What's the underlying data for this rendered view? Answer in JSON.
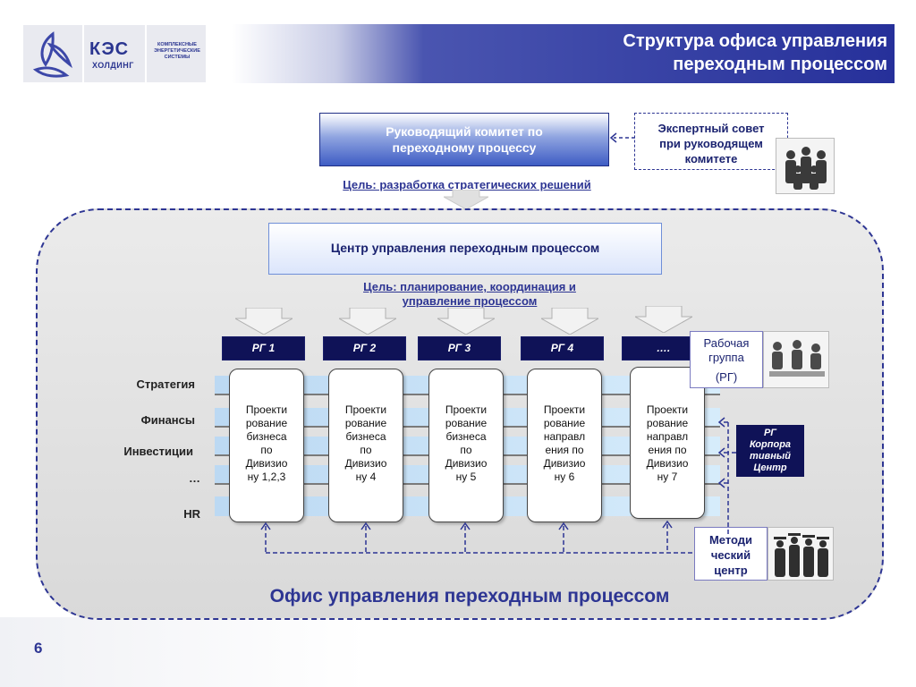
{
  "header": {
    "logo_text": "КЭС",
    "logo_sub": "ХОЛДИНГ",
    "logo_desc": "КОМПЛЕКСНЫЕ ЭНЕРГЕТИЧЕСКИЕ СИСТЕМЫ",
    "title_line1": "Структура офиса управления",
    "title_line2": "переходным процессом"
  },
  "steering": {
    "line1": "Руководящий комитет по",
    "line2": "переходному процессу",
    "goal": "Цель: разработка стратегических решений"
  },
  "expert": {
    "line1": "Экспертный совет",
    "line2": "при руководящем",
    "line3": "комитете"
  },
  "center": {
    "title": "Центр управления переходным процессом",
    "goal_line1": "Цель: планирование, координация и",
    "goal_line2": "управление процессом"
  },
  "rg_labels": [
    "РГ 1",
    "РГ 2",
    "РГ 3",
    "РГ 4",
    "…."
  ],
  "rows": [
    "Стратегия",
    "Финансы",
    "Инвестиции",
    "…",
    "HR"
  ],
  "projects": [
    [
      "Проекти",
      "рование",
      "бизнеса",
      "по",
      "Дивизио",
      "ну 1,2,3"
    ],
    [
      "Проекти",
      "рование",
      "бизнеса",
      "по",
      "Дивизио",
      "ну 4"
    ],
    [
      "Проекти",
      "рование",
      "бизнеса",
      "по",
      "Дивизио",
      "ну 5"
    ],
    [
      "Проекти",
      "рование",
      "направл",
      "ения по",
      "Дивизио",
      "ну 6"
    ],
    [
      "Проекти",
      "рование",
      "направл",
      "ения по",
      "Дивизио",
      "ну 7"
    ]
  ],
  "workgroup": {
    "line1": "Рабочая",
    "line2": "группа",
    "line3": "(РГ)"
  },
  "rg_corporate": {
    "line1": "РГ",
    "line2": "Корпора",
    "line3": "тивный",
    "line4": "Центр"
  },
  "method": {
    "line1": "Методи",
    "line2": "ческий",
    "line3": "центр"
  },
  "office_title": "Офис управления переходным процессом",
  "page_number": "6",
  "colors": {
    "dark_blue": "#2d3593",
    "navy": "#0f1257",
    "accent": "#26309a"
  }
}
